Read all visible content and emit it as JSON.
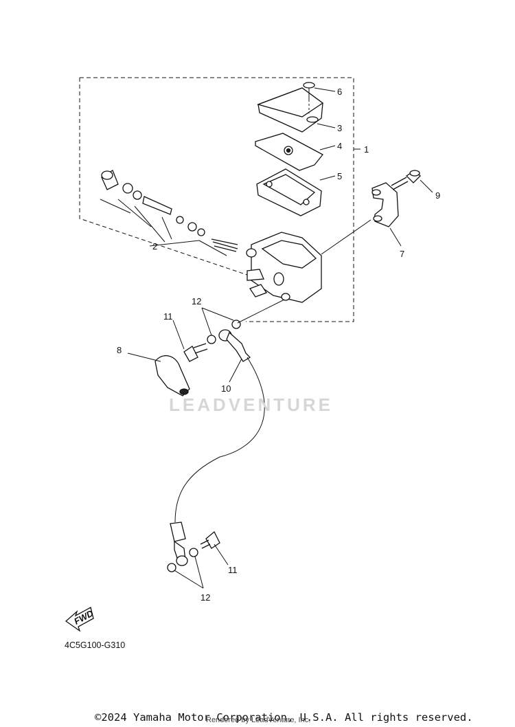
{
  "diagram": {
    "callouts": [
      "1",
      "2",
      "3",
      "4",
      "5",
      "6",
      "7",
      "8",
      "9",
      "10",
      "11",
      "11",
      "12",
      "12"
    ],
    "fwd_label": "FWD",
    "diagram_code": "4C5G100-G310",
    "watermark": "LEADVENTURE"
  },
  "footer": {
    "copyright": "©2024 Yamaha Motor Corporation, U.S.A. All rights reserved.",
    "rendered_by": "Rendered by LeadVenture, Inc."
  }
}
